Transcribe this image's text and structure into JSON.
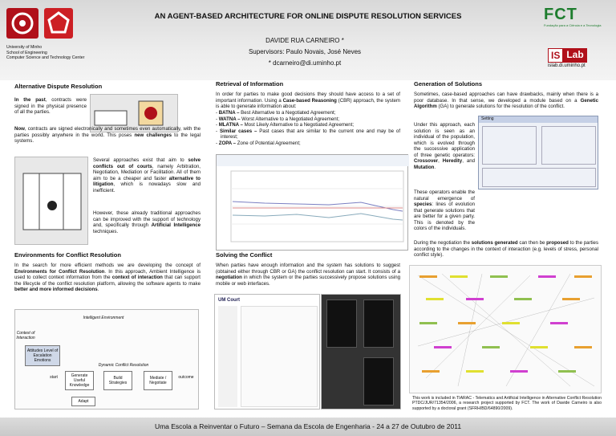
{
  "header": {
    "title": "AN AGENT-BASED ARCHITECTURE FOR ONLINE DISPUTE RESOLUTION SERVICES",
    "author": "DAVIDE RUA CARNEIRO *",
    "supervisors": "Supervisors:  Paulo Novais, José Neves",
    "email": "* dcarneiro@di.uminho.pt",
    "uni_lines": [
      "University of Minho",
      "School of Engineering",
      "Computer Science and Technology Center"
    ],
    "fct": "FCT",
    "fct_sub": "Fundação para a Ciência e a Tecnologia",
    "islab_is": "IS",
    "islab_lab": "Lab",
    "islab_url": "islab.di.uminho.pt"
  },
  "sec1": {
    "title": "Alternative Dispute Resolution",
    "p1a": "In the past",
    "p1b": ", contracts were signed in the physical presence of all the parties.",
    "p2a": "Now",
    "p2b": ", contracts are signed electronically and sometimes even automatically, with the parties possibly anywhere in the world. This poses ",
    "p2c": "new challenges",
    "p2d": " to the legal systems.",
    "p3a": "Several approaches exist that aim to ",
    "p3b": "solve conflicts out of courts",
    "p3c": ", namely Arbitration, Negotiation, Mediation or Facilitation. All of them aim to be a cheaper and faster ",
    "p3d": "alternative to litigation",
    "p3e": ", which is nowadays slow and inefficient.",
    "p4a": "However, these already traditional approaches can be improved with the support of technology and, specifically through ",
    "p4b": "Artificial Intelligence",
    "p4c": " techniques."
  },
  "sec2": {
    "title": "Environments for Conflict Resolution",
    "p1a": "In the search for more efficient methods we are developing the concept of ",
    "p1b": "Environments for Conflict Resolution",
    "p1c": ". In this approach, Ambient Intelligence is used to collect context information from the ",
    "p1d": "context of interaction",
    "p1e": " that can support the lifecycle of the conflict resolution platform, allowing the software agents to make ",
    "p1f": "better and more informed decisions",
    "p1g": ".",
    "diag_env": "Intelligent Environment",
    "diag_ctx": "Context of Interaction",
    "diag_ami": "Attitudes Level of Escalation Emotions",
    "diag_dyn": "Dynamic Conflict Resolution",
    "diag_gen": "Generate Useful Knowledge",
    "diag_build": "Build Strategies",
    "diag_med": "Mediate / Negotiate",
    "diag_adapt": "Adapt",
    "diag_start": "start",
    "diag_out": "outcome"
  },
  "sec3": {
    "title": "Retrieval of Information",
    "p1a": "In order for parties to make good decisions they should have access to a set of important information. Using a ",
    "p1b": "Case-based Reasoning",
    "p1c": " (CBR) approach, the system is able to generate information about:",
    "items": [
      {
        "k": "BATNA –",
        "v": " Best Alternative to a Negotiated Agreement;"
      },
      {
        "k": "WATNA –",
        "v": " Worst Alternative to a Negotiated Agreement;"
      },
      {
        "k": "MLATNA –",
        "v": " Most Likely Alternative to a Negotiated Agreement;"
      },
      {
        "k": "Similar cases –",
        "v": " Past cases that are similar to the current one and may be of interest;"
      },
      {
        "k": "ZOPA –",
        "v": " Zone of Potential Agreement;"
      }
    ]
  },
  "sec4": {
    "title": "Solving the Conflict",
    "p1a": "When parties have enough information and the system has solutions to suggest (obtained either through CBR or GA) the conflict resolution can start. It consists of a ",
    "p1b": "negotiation",
    "p1c": " in which the system or the parties successively propose solutions using mobile or web interfaces.",
    "app_name": "UM Court"
  },
  "sec5": {
    "title": "Generation of Solutions",
    "p1a": "Sometimes, case-based approaches can have drawbacks, mainly when there is a poor database. In that sense, we developed a module based on a ",
    "p1b": "Genetic Algorithm",
    "p1c": " (GA) to generate solutions for the resolution of the conflict.",
    "p2": "Under this approach, each solution is seen as an individual of the population, which is evolved through the successive application of three genetic operators: ",
    "p2b": "Crossover",
    "p2c": ", ",
    "p2d": "Heredity",
    "p2e": ", and ",
    "p2f": "Mutation",
    "p2g": ".",
    "p3a": "These operators enable the natural emergence of ",
    "p3b": "species",
    "p3c": ": lines of evolution that generate solutions that are better for a given party. This is denoted by the colors of the individuals.",
    "p4a": "During the negotiation the ",
    "p4b": "solutions generated",
    "p4c": " can then be ",
    "p4d": "proposed",
    "p4e": " to the parties according to the changes in the context of interaction (e.g. levels of stress, personal conflict style).",
    "credit": "This work is included in TIARAC - Telematics and Artificial Intelligence in Alternative Conflict Resolution PTDC/JUR/71354/2006, a research project supported by FCT. The work of Davide Carneiro is also supported by a doctoral grant (SFRH/BD/64890/2009).",
    "win_title": "Setting"
  },
  "footer": "Uma Escola a Reinventar o Futuro – Semana da Escola de Engenharia - 24 a 27 de Outubro de 2011",
  "colors": {
    "accent": "#b0101a",
    "fct_green": "#1e7d2e"
  }
}
